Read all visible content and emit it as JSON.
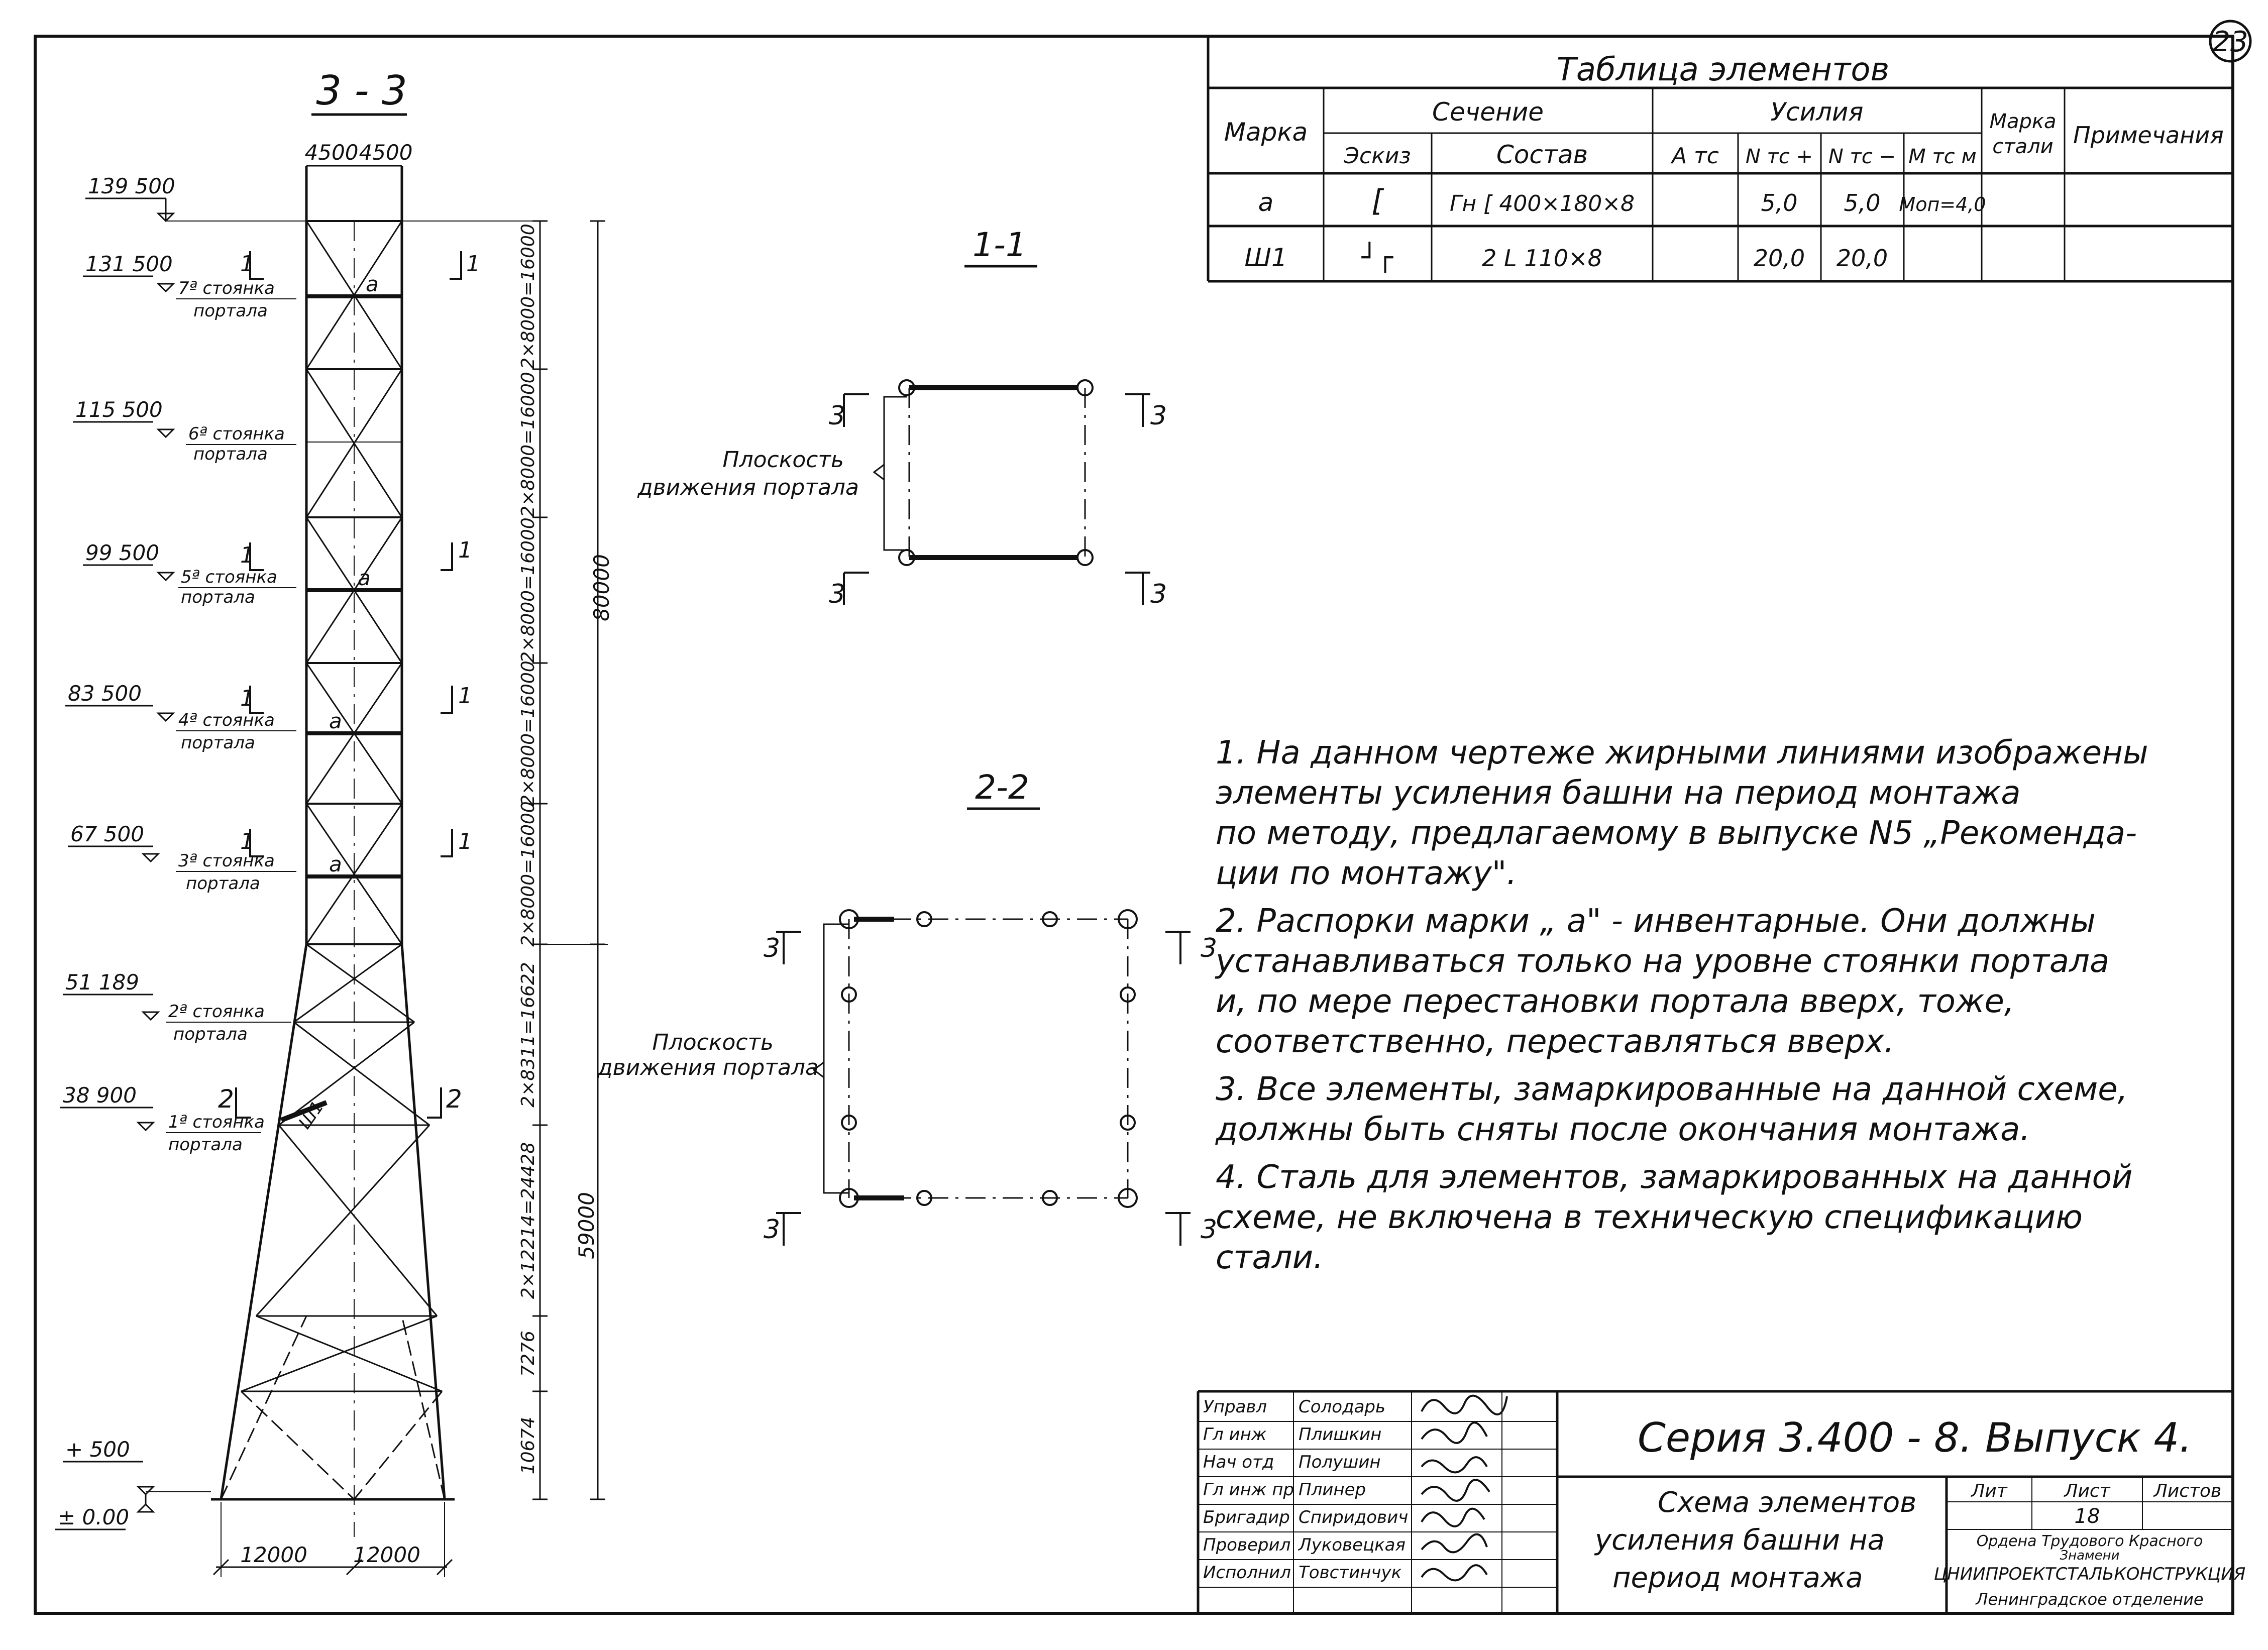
{
  "sheet_number": "23",
  "tower": {
    "section_label": "3 - 3",
    "top_dims": [
      "4500",
      "4500"
    ],
    "bottom_dims": [
      "12000",
      "12000"
    ],
    "dim_80000": "80000",
    "dim_59000": "59000",
    "panel_dims": [
      "2×8000=16000",
      "2×8000=16000",
      "2×8000=16000",
      "2×8000=16000",
      "2×8000=16000",
      "2×8311=16622",
      "2×12214=24428",
      "7276",
      "10674"
    ],
    "levels": [
      {
        "mark": "139 500",
        "sub": "",
        "sub2": ""
      },
      {
        "mark": "131 500",
        "sub": "7ª стоянка",
        "sub2": "портала"
      },
      {
        "mark": "115 500",
        "sub": "6ª стоянка",
        "sub2": "портала"
      },
      {
        "mark": "99 500",
        "sub": "5ª стоянка",
        "sub2": "портала"
      },
      {
        "mark": "83 500",
        "sub": "4ª стоянка",
        "sub2": "портала"
      },
      {
        "mark": "67 500",
        "sub": "3ª стоянка",
        "sub2": "портала"
      },
      {
        "mark": "51 189",
        "sub": "2ª стоянка",
        "sub2": "портала"
      },
      {
        "mark": "38 900",
        "sub": "1ª стоянка",
        "sub2": "портала"
      },
      {
        "mark": "+ 500",
        "sub": "",
        "sub2": ""
      },
      {
        "mark": "± 0.00",
        "sub": "",
        "sub2": ""
      }
    ],
    "strut_mark": "a",
    "brace_mark": "Ш1",
    "cut_1": "1",
    "cut_2": "2"
  },
  "table": {
    "title": "Таблица    элементов",
    "h_mark": "Марка",
    "h_section": "Сечение",
    "h_forces": "Усилия",
    "h_steel_1": "Марка",
    "h_steel_2": "стали",
    "h_notes": "Примечания",
    "h_sketch": "Эскиз",
    "h_compose": "Состав",
    "h_a": "A тс",
    "h_nplus": "N тс +",
    "h_nminus": "N тс −",
    "h_m": "M тс м",
    "rows": [
      {
        "mark": "а",
        "sketch": "[",
        "compose": "Гн [ 400×180×8",
        "a": "",
        "nplus": "5,0",
        "nminus": "5,0",
        "m": "Mоп=4,0",
        "steel": "",
        "notes": ""
      },
      {
        "mark": "Ш1",
        "sketch": "┘┌",
        "compose": "2 L 110×8",
        "a": "",
        "nplus": "20,0",
        "nminus": "20,0",
        "m": "",
        "steel": "",
        "notes": ""
      }
    ]
  },
  "sec11": {
    "title": "1-1",
    "plane_1": "Плоскость",
    "plane_2": "движения портала",
    "cut": "3"
  },
  "sec22": {
    "title": "2-2",
    "plane_1": "Плоскость",
    "plane_2": "движения портала",
    "cut": "3"
  },
  "notes": [
    "1.  На данном  чертеже  жирными  линиями  изображены",
    "     элементы  усиления  башни  на  период  монтажа",
    "     по методу, предлагаемому  в  выпуске   N5 „Рекоменда-",
    "     ции  по монтажу\".",
    "2.  Распорки  марки  „ а\" - инвентарные. Они  должны",
    "     устанавливаться  только  на  уровне  стоянки  портала",
    "     и,  по  мере  перестановки  портала  вверх,  тоже,",
    "     соответственно,  переставляться  вверх.",
    "3.  Все  элементы,  замаркированные  на  данной  схеме,",
    "     должны  быть   сняты  после  окончания  монтажа.",
    "4.  Сталь  для  элементов,  замаркированных  на  данной",
    "     схеме,  не  включена  в  техническую  спецификацию",
    "     стали."
  ],
  "stamp": {
    "people": [
      {
        "role": "Управл",
        "name": "Солодарь"
      },
      {
        "role": "Гл  инж",
        "name": "Плишкин"
      },
      {
        "role": "Нач отд",
        "name": "Полушин"
      },
      {
        "role": "Гл инж пр",
        "name": "Плинер"
      },
      {
        "role": "Бригадир",
        "name": "Спиридович"
      },
      {
        "role": "Проверил",
        "name": "Луковецкая"
      },
      {
        "role": "Исполнил",
        "name": "Товстинчук"
      }
    ],
    "series": "Серия   3.400 - 8.   Выпуск 4.",
    "title_1": "Схема  элементов",
    "title_2": "усиления   башни  на",
    "title_3": "период  монтажа",
    "lit": "Лит",
    "list": "Лист",
    "listov": "Листов",
    "list_num": "18",
    "org_1": "Ордена  Трудового Красного",
    "org_2": "Знамени",
    "org_3": "ЦНИИПРОЕКТСТАЛЬКОНСТРУКЦИЯ",
    "org_4": "Ленинградское  отделение"
  }
}
